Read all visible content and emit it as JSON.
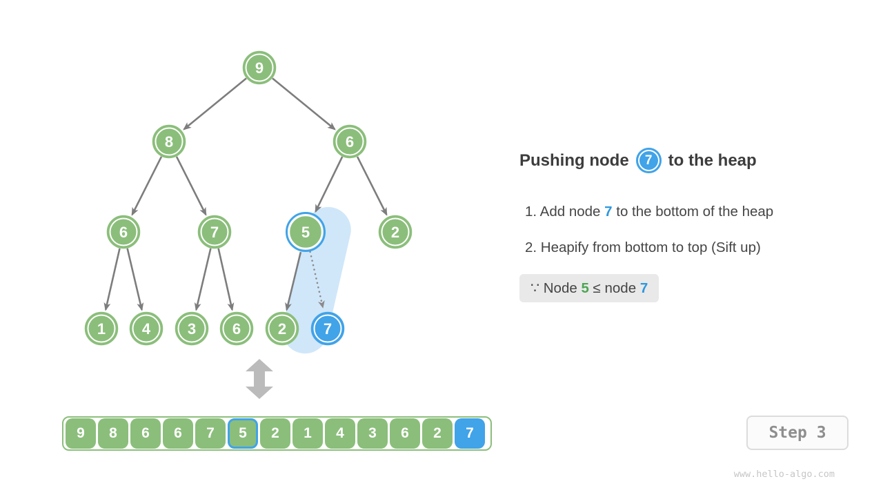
{
  "colors": {
    "green": "#8BBE7B",
    "blue": "#41A3E8",
    "capsule": "#CBE4F9",
    "edge": "#7D7D7D",
    "double-arrow": "#BBBBBB",
    "text-dark": "#3D3D3D",
    "text-body": "#454545",
    "text-green": "#4CA553",
    "text-blue": "#2E97DF",
    "note-bg": "#E9E9E9",
    "badge-border": "#DCDCDC",
    "badge-bg": "#FBFBFB",
    "badge-text": "#8E8E8E",
    "watermark": "#C6C6C6"
  },
  "tree": {
    "nodes": [
      "9",
      "8",
      "6",
      "6",
      "7",
      "5",
      "2",
      "1",
      "4",
      "3",
      "6",
      "2",
      "7"
    ],
    "highlight_border_node": "5",
    "highlight_fill_node": "7"
  },
  "array": {
    "cells": [
      "9",
      "8",
      "6",
      "6",
      "7",
      "5",
      "2",
      "1",
      "4",
      "3",
      "6",
      "2",
      "7"
    ],
    "highlight_border_index": 5,
    "highlight_fill_index": 12
  },
  "panel": {
    "title_prefix": "Pushing node",
    "title_node": "7",
    "title_suffix": "to the heap",
    "step1_prefix": "1. Add node ",
    "step1_value": "7",
    "step1_suffix": " to the bottom of the heap",
    "step2": "2. Heapify from bottom to top (Sift up)",
    "note_prefix": "∵ Node ",
    "note_value1": "5",
    "note_mid": " ≤ node ",
    "note_value2": "7"
  },
  "badge": {
    "label": "Step 3"
  },
  "watermark": "www.hello-algo.com"
}
